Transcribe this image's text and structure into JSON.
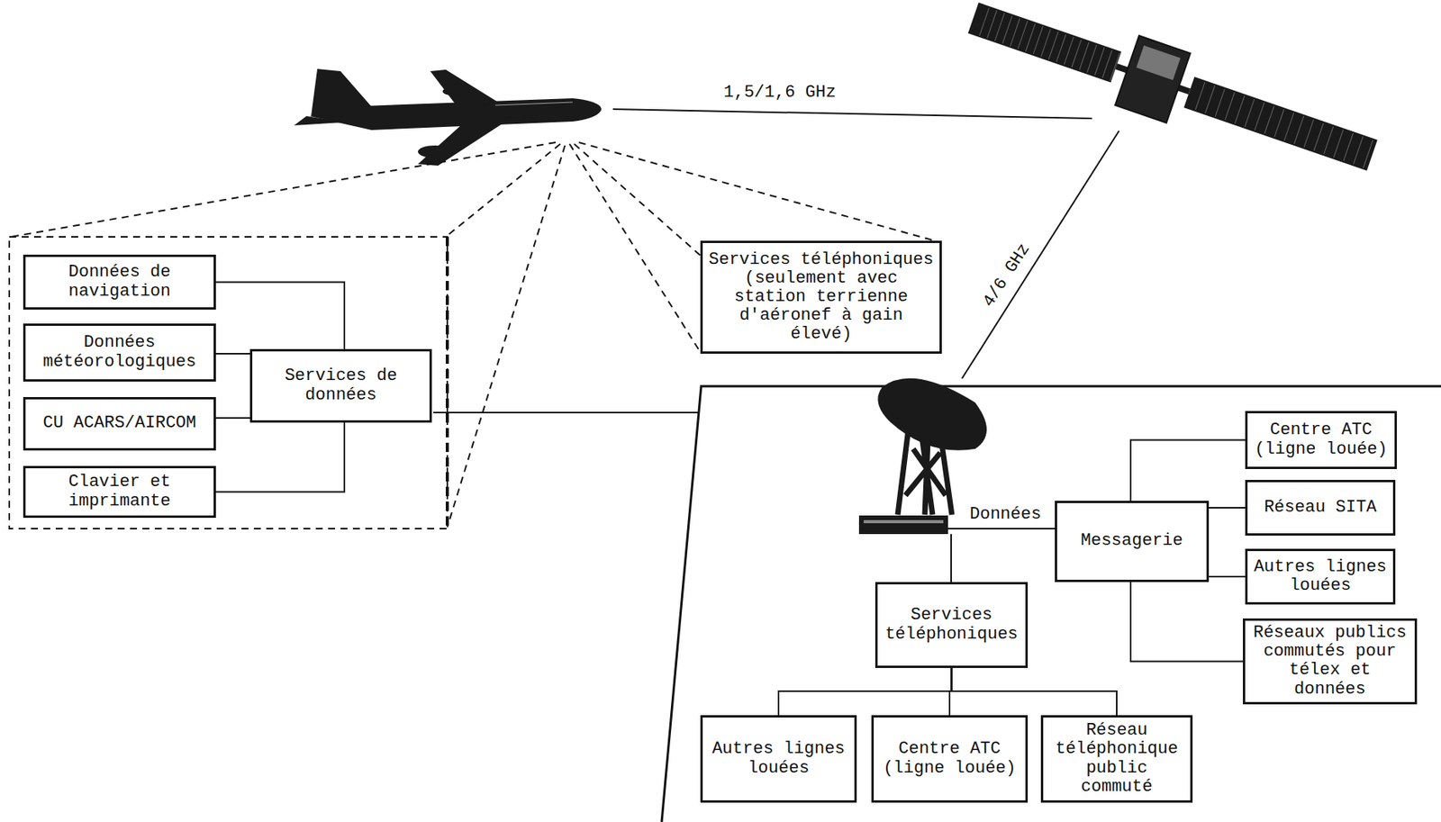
{
  "diagram": {
    "nodes": [
      {
        "text": [
          "Données de navigation"
        ]
      },
      {
        "text": [
          "Données météorologiques"
        ]
      },
      {
        "text": [
          "CU ACARS/AIRCOM"
        ]
      },
      {
        "text": [
          "Clavier et imprimante"
        ]
      },
      {
        "text": [
          "Services de données"
        ]
      },
      {
        "text": [
          "Services téléphoniques (seulement avec station terrienne d'aéronef à gain élevé)"
        ]
      },
      {
        "text": [
          "Centre ATC (ligne louée)"
        ]
      },
      {
        "text": [
          "Réseau SITA"
        ]
      },
      {
        "text": [
          "Messagerie"
        ]
      },
      {
        "text": [
          "Autres lignes louées"
        ]
      },
      {
        "text": [
          "Réseaux publics commutés pour télex et données"
        ]
      },
      {
        "text": [
          "Services téléphoniques"
        ]
      },
      {
        "text": [
          "Autres lignes louées"
        ]
      },
      {
        "text": [
          "Centre ATC (ligne louée)"
        ]
      },
      {
        "text": [
          "Réseau téléphonique public commuté"
        ]
      }
    ],
    "edges": [
      {
        "from": 0,
        "to": 4,
        "arrow": "none"
      },
      {
        "from": 1,
        "to": 4,
        "arrow": "none"
      },
      {
        "from": 2,
        "to": 4,
        "arrow": "none"
      },
      {
        "from": 3,
        "to": 4,
        "arrow": "none"
      },
      {
        "from": 8,
        "to": 6,
        "arrow": "none"
      },
      {
        "from": 8,
        "to": 7,
        "arrow": "none"
      },
      {
        "from": 8,
        "to": 9,
        "arrow": "none"
      },
      {
        "from": 8,
        "to": 10,
        "arrow": "none"
      },
      {
        "from": 11,
        "to": 12,
        "arrow": "none"
      },
      {
        "from": 11,
        "to": 13,
        "arrow": "none"
      },
      {
        "from": 11,
        "to": 14,
        "arrow": "none"
      }
    ],
    "labels": [
      "1,5/1,6 GHz",
      "4/6 GHz",
      "Données"
    ]
  }
}
